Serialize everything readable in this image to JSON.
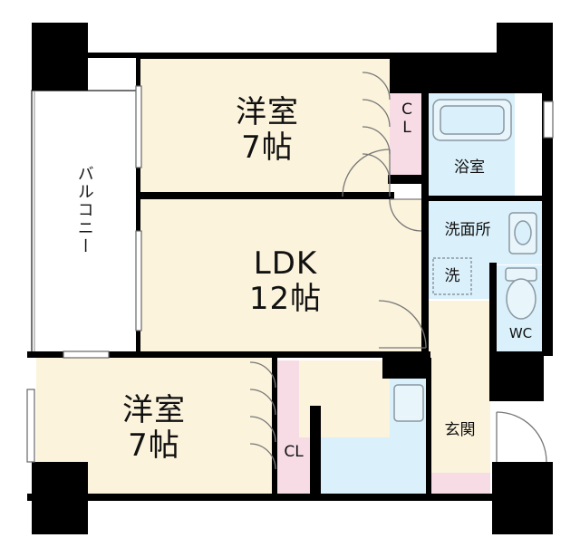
{
  "rooms": {
    "western_room_top": {
      "name": "洋室",
      "size": "7帖"
    },
    "ldk": {
      "name": "LDK",
      "size": "12帖"
    },
    "western_room_bottom": {
      "name": "洋室",
      "size": "7帖"
    },
    "closet_top": {
      "label_c": "C",
      "label_l": "L"
    },
    "closet_bottom": {
      "label": "CL"
    },
    "bathroom": {
      "label": "浴室"
    },
    "washroom": {
      "label": "洗面所"
    },
    "washer": {
      "label": "洗"
    },
    "toilet": {
      "label": "WC"
    },
    "entrance": {
      "label": "玄関"
    },
    "balcony": {
      "label": "バルコニー"
    }
  },
  "colors": {
    "room_fill": "#fbf3dc",
    "closet_fill": "#f7dce6",
    "wet_fill": "#daf0fa",
    "wall": "#000000",
    "fixture": "#9aa7b0"
  }
}
